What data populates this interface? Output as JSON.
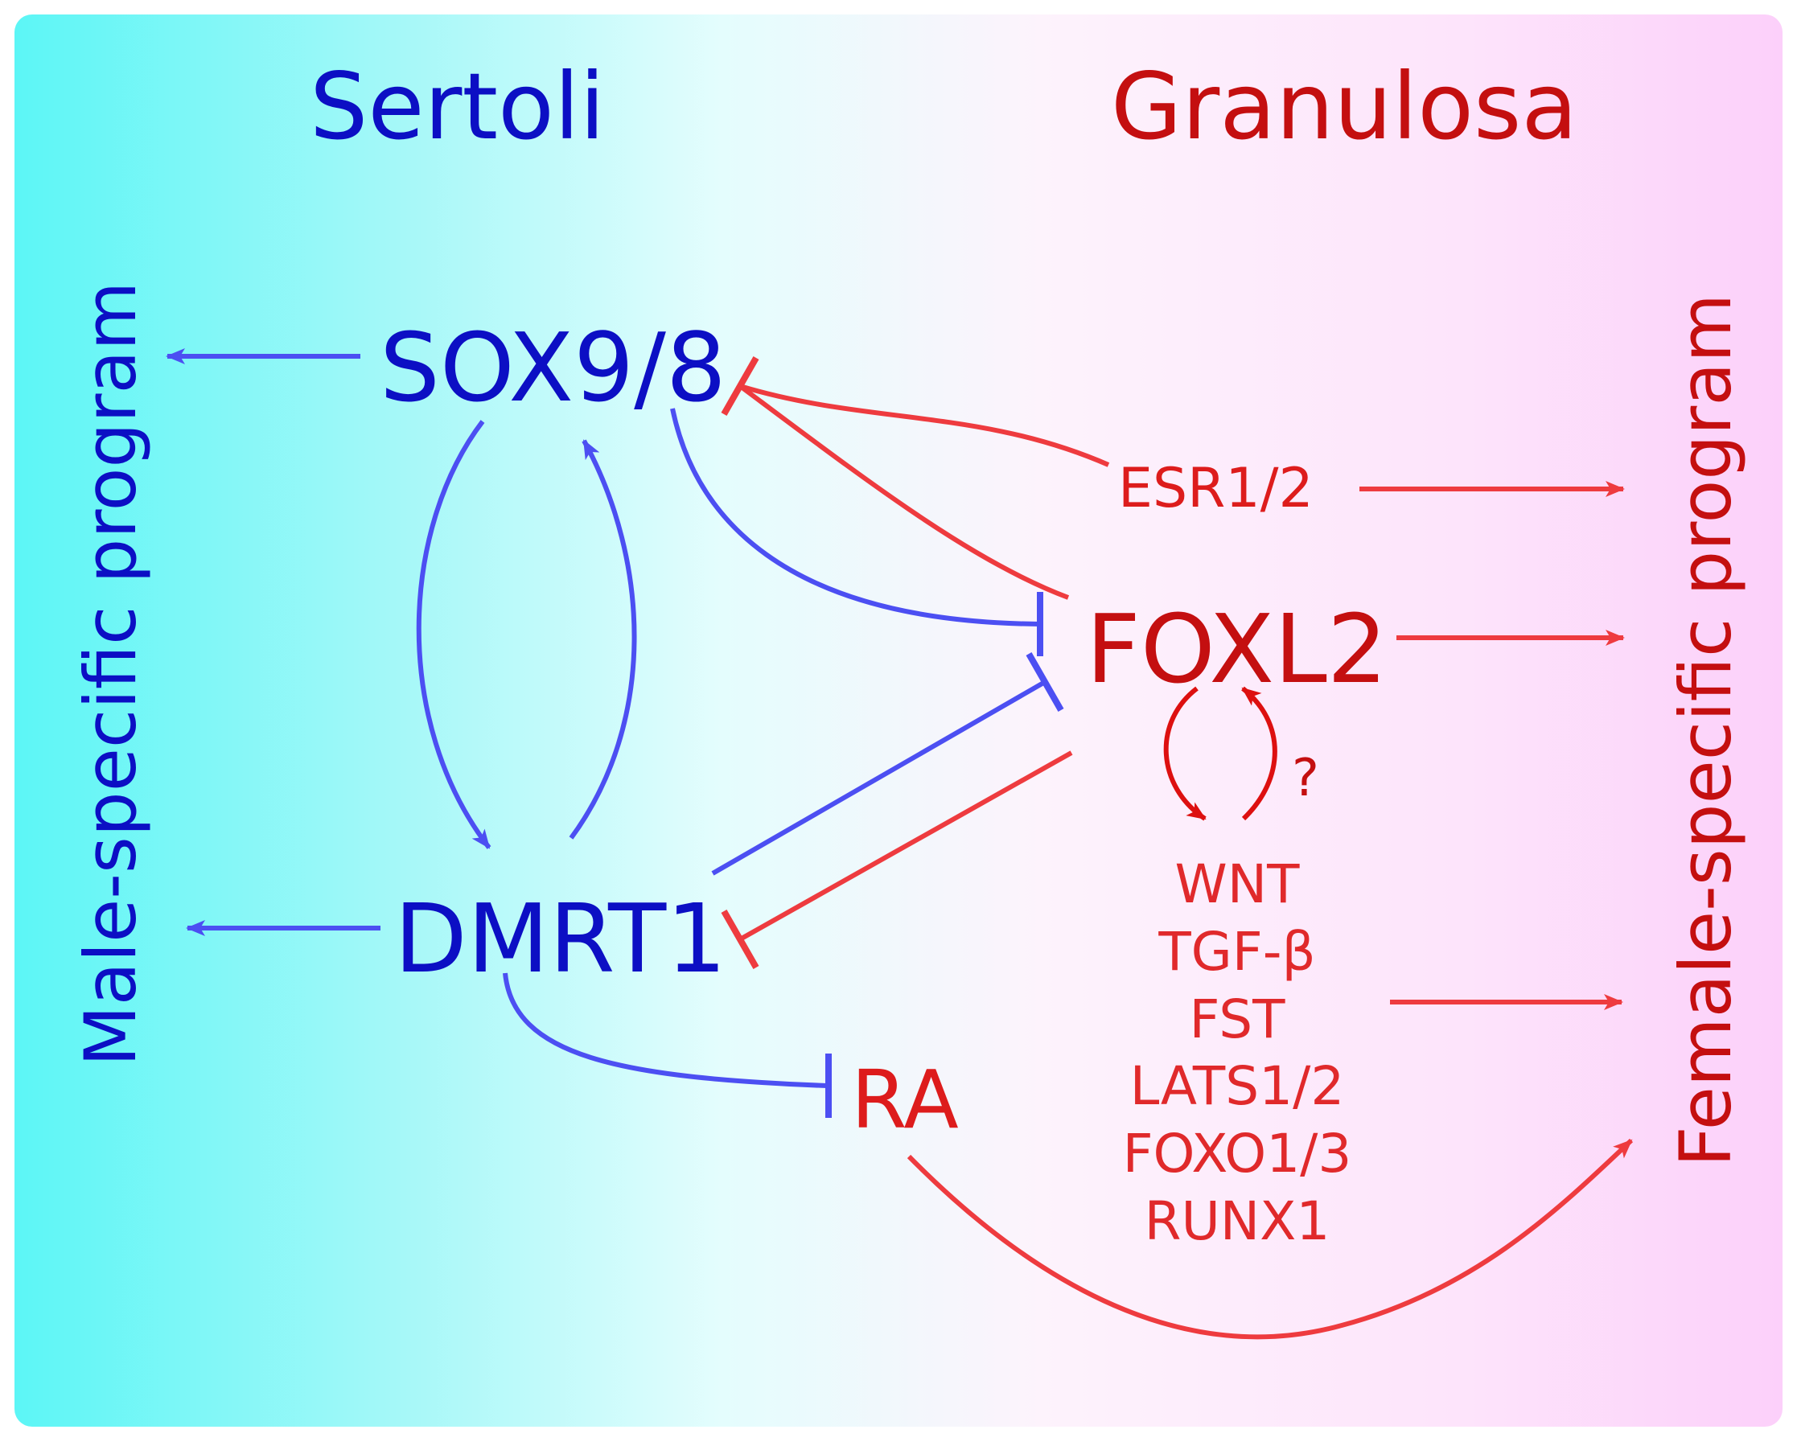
{
  "headers": {
    "left": "Sertoli",
    "right": "Granulosa"
  },
  "side_labels": {
    "left": "Male-specific program",
    "right": "Female-specific program"
  },
  "genes": {
    "sox98": "SOX9/8",
    "dmrt1": "DMRT1",
    "esr12": "ESR1/2",
    "foxl2": "FOXL2",
    "ra": "RA",
    "question": "?"
  },
  "granulosa_factors": [
    "WNT",
    "TGF-β",
    "FST",
    "LATS1/2",
    "FOXO1/3",
    "RUNX1"
  ],
  "colors": {
    "male_text": "#0c0fc4",
    "female_text": "#dd1c1c",
    "blue_edge": "#4c4ff2",
    "red_edge": "#ee3b3f",
    "bg_left": "#5cf6f6",
    "bg_right": "#fcd0fa"
  }
}
